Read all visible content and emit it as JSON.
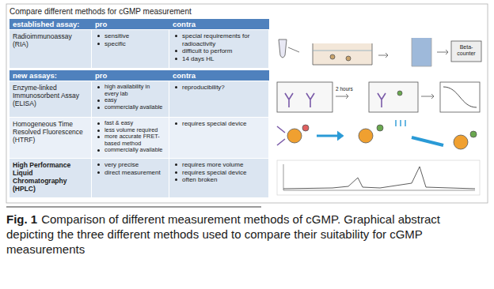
{
  "diagram": {
    "title": "Compare different methods for cGMP measurement",
    "caption": "Comparison of different measurement methods of cGMP. Graphical abstract depicting the three different methods used to compare their suitability for cGMP measurements",
    "labels": [
      "established assay:",
      "pro",
      "contra",
      "Radioimmunoassay (RIA)",
      "sensitive",
      "specific",
      "special requirements for radioactivity",
      "difficult to perform",
      "14 days HL",
      "new assays:",
      "pro",
      "contra",
      "Enzyme-linked Immunosorbent Assay (ELISA)",
      "high availability in every lab",
      "easy",
      "commercially available",
      "reproducibility?",
      "Homogeneous Time Resolved Fluorescence (HTRF)",
      "fast & easy",
      "less volume required",
      "more accurate FRET-based method",
      "commercially available",
      "requires special device",
      "High Performance Liquid Chromatography (HPLC)",
      "very precise",
      "direct measurement",
      "requires more volume",
      "requires special device",
      "often broken",
      "Beta-counter",
      "2 hours",
      "Fig. 1"
    ]
  }
}
